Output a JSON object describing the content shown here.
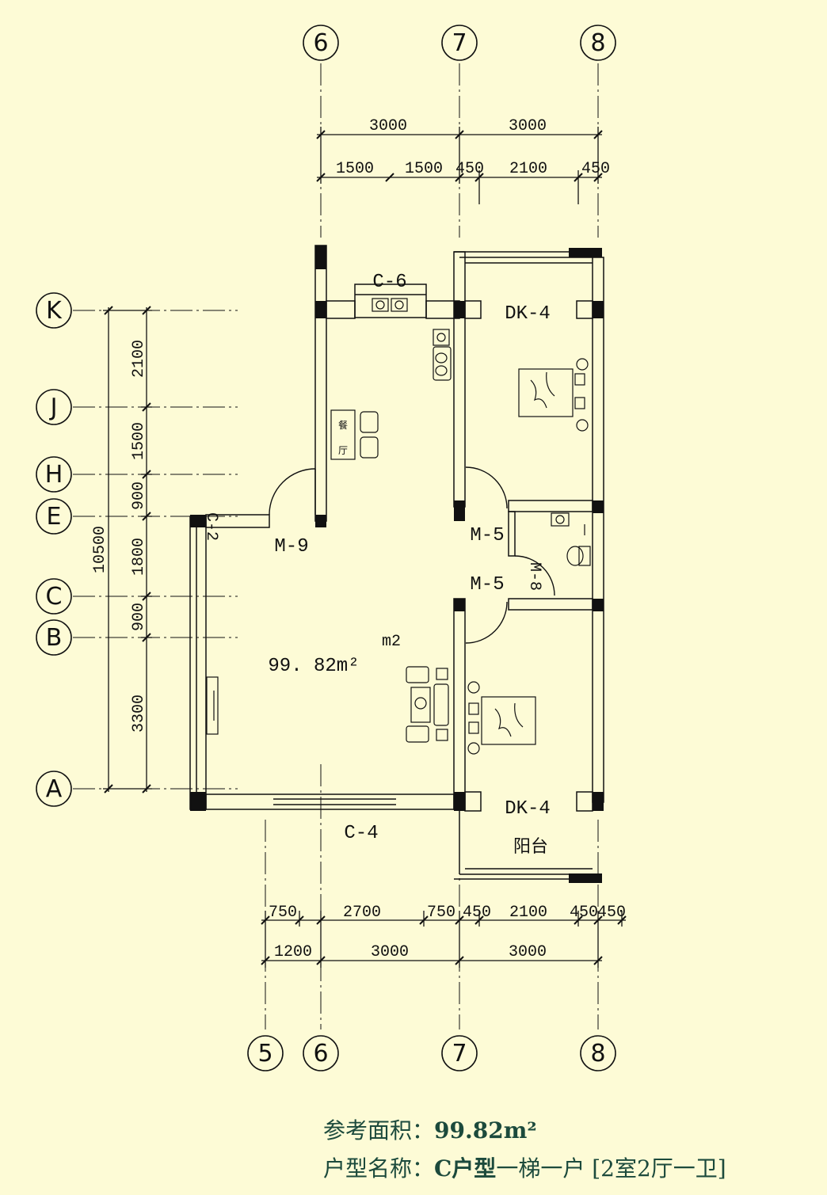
{
  "axes_top": [
    "6",
    "7",
    "8"
  ],
  "axes_bottom": [
    "5",
    "6",
    "7",
    "8"
  ],
  "axes_left": [
    "K",
    "J",
    "H",
    "E",
    "C",
    "B",
    "A"
  ],
  "dims_top_row1": [
    "3000",
    "3000"
  ],
  "dims_top_row2": [
    "1500",
    "1500",
    "450",
    "2100",
    "450"
  ],
  "dims_bottom_row1": [
    "750",
    "2700",
    "750",
    "450",
    "2100",
    "450",
    "450"
  ],
  "dims_bottom_row2": [
    "1200",
    "3000",
    "3000"
  ],
  "dims_left_total": "10500",
  "dims_left": [
    "2100",
    "1500",
    "900",
    "1800",
    "900",
    "3300"
  ],
  "labels": {
    "c6": "C-6",
    "dk4_top": "DK-4",
    "dk4_bottom": "DK-4",
    "m5_upper": "M-5",
    "m5_lower": "M-5",
    "m8": "M-8",
    "m9": "M-9",
    "c2": "C-2",
    "c4": "C-4",
    "m2": "m2",
    "area": "99. 82m²",
    "balcony": "阳台",
    "dining_1": "餐",
    "dining_2": "厅"
  },
  "caption": {
    "area_label": "参考面积：",
    "area_value": "99.82m²",
    "type_label": "户型名称：",
    "type_value": "C户型",
    "type_desc": "一梯一户 [2室2厅一卫]"
  },
  "colors": {
    "background": "#fdfbd6",
    "line": "#111111",
    "caption": "#1c4a3c"
  }
}
